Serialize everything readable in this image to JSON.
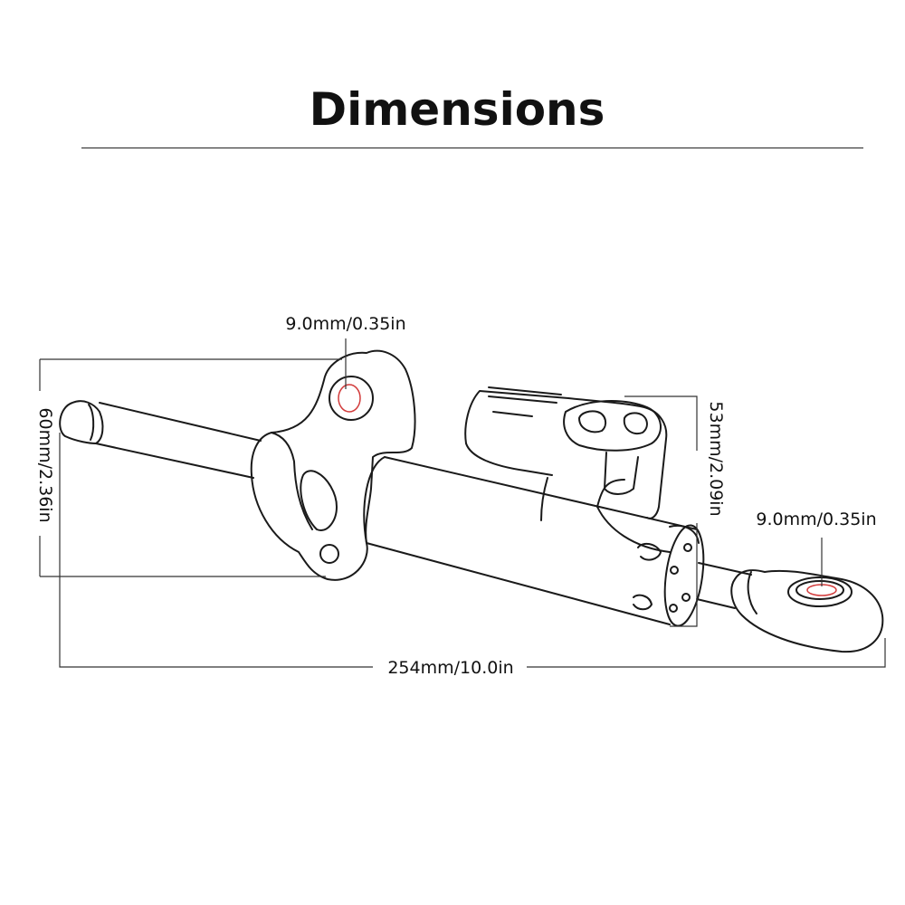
{
  "title": "Dimensions",
  "dimensions": {
    "left_hole": "9.0mm/0.35in",
    "right_hole": "9.0mm/0.35in",
    "bracket_height": "60mm/2.36in",
    "cylinder_height": "53mm/2.09in",
    "overall_length": "254mm/10.0in"
  },
  "colors": {
    "outline": "#1a1a1a",
    "dim_line": "#333333",
    "hole_accent": "#d23c3c"
  }
}
